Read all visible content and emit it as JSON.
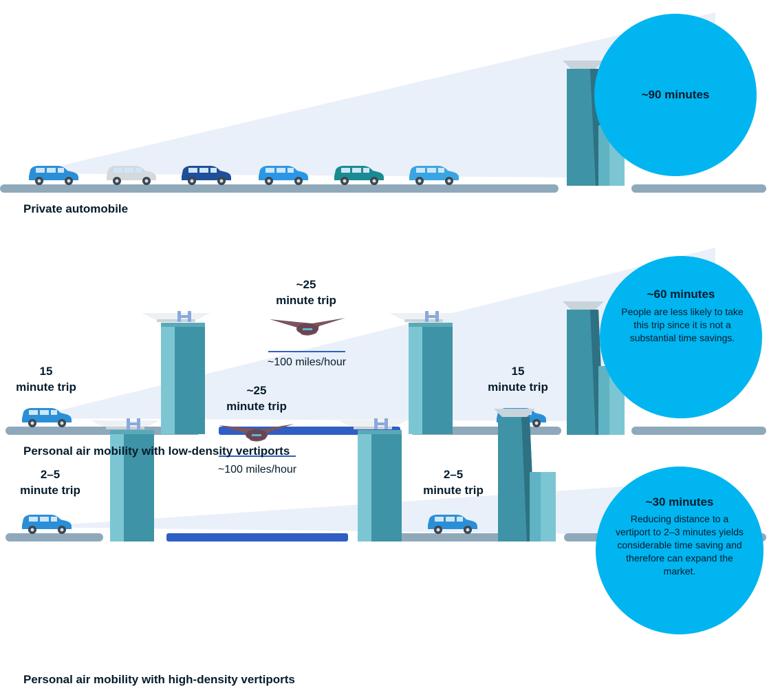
{
  "colors": {
    "bubble": "#00b5f0",
    "cone": "#e8eef8",
    "road": "#8fa9bb",
    "air_route": "#2f5fc4",
    "tower": "#5fb3c3",
    "tower_dark": "#3a8c9e",
    "car": "#2b8fd8"
  },
  "rows": [
    {
      "label": "Private automobile",
      "bubble_title": "~90 minutes",
      "bubble_note": ""
    },
    {
      "label": "Personal air mobility with low-density vertiports",
      "first_leg": "15\nminute trip",
      "flight": "~25\nminute trip",
      "speed": "~100 miles/hour",
      "last_leg": "15\nminute trip",
      "bubble_title": "~60 minutes",
      "bubble_note": "People are less likely to take this trip since it is not a substantial time savings."
    },
    {
      "label": "Personal air mobility with high-density vertiports",
      "first_leg": "2–5\nminute trip",
      "flight": "~25\nminute trip",
      "speed": "~100 miles/hour",
      "last_leg": "2–5\nminute trip",
      "bubble_title": "~30 minutes",
      "bubble_note": "Reducing distance to a vertiport to 2–3 minutes yields considerable time saving and therefore can expand the market."
    }
  ],
  "icons": {
    "vertiport": "helipad-H-icon",
    "aircraft": "evtol-aircraft-icon",
    "car": "car-icon",
    "destination": "skyscraper-icon"
  }
}
